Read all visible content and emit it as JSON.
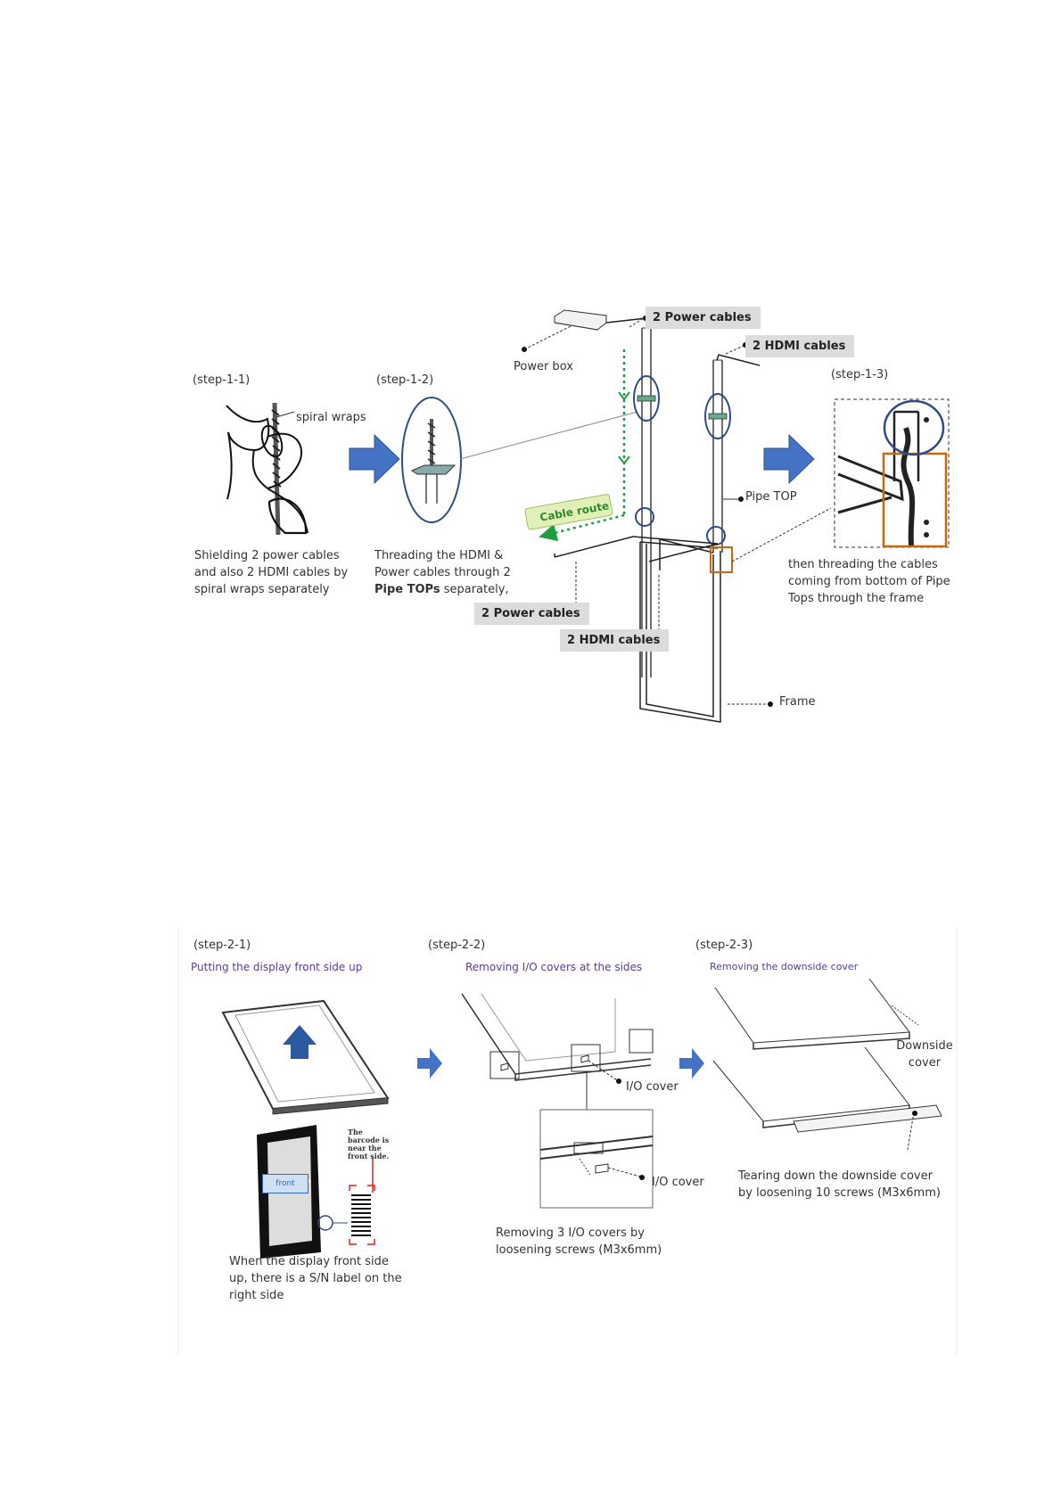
{
  "section1": {
    "step_1_1": "(step-1-1)",
    "step_1_2": "(step-1-2)",
    "step_1_3": "(step-1-3)",
    "spiral_wraps": "spiral wraps",
    "power_box": "Power box",
    "power_cables_top": "2 Power cables",
    "hdmi_cables_top": "2 HDMI cables",
    "pipe_top": "Pipe TOP",
    "cable_route": "Cable route",
    "power_cables_bottom": "2 Power cables",
    "hdmi_cables_bottom": "2 HDMI cables",
    "frame": "Frame",
    "caption_1_1": "Shielding 2 power  cables and also 2 HDMI cables by spiral wraps separately",
    "caption_1_2_a": "Threading the HDMI & Power cables  through 2 ",
    "caption_1_2_bold": "Pipe TOPs",
    "caption_1_2_b": " separately,",
    "caption_1_3": "then threading the cables coming from bottom of Pipe Tops through the frame"
  },
  "section2": {
    "step_2_1": "(step-2-1)",
    "step_2_2": "(step-2-2)",
    "step_2_3": "(step-2-3)",
    "title_2_1": "Putting the display front side up",
    "title_2_2": "Removing I/O covers at the sides",
    "title_2_3": "Removing the downside cover",
    "barcode_note": "The barcode is near the front side.",
    "front_label": "front",
    "io_cover_1": "I/O cover",
    "io_cover_2": "I/O cover",
    "downside_cover": "Downside cover",
    "caption_2_1": "When the display front side up, there is a S/N label on the right side",
    "caption_2_2": "Removing 3 I/O covers by loosening screws (M3x6mm)",
    "caption_2_3": "Tearing down the downside  cover by loosening 10 screws (M3x6mm)"
  },
  "colors": {
    "arrow_blue": "#4472c4",
    "circle_navy": "#2f4b8c",
    "highlight_orange": "#c5690f",
    "route_green": "#1e9e3c",
    "label_gray": "#dcdcdc"
  }
}
